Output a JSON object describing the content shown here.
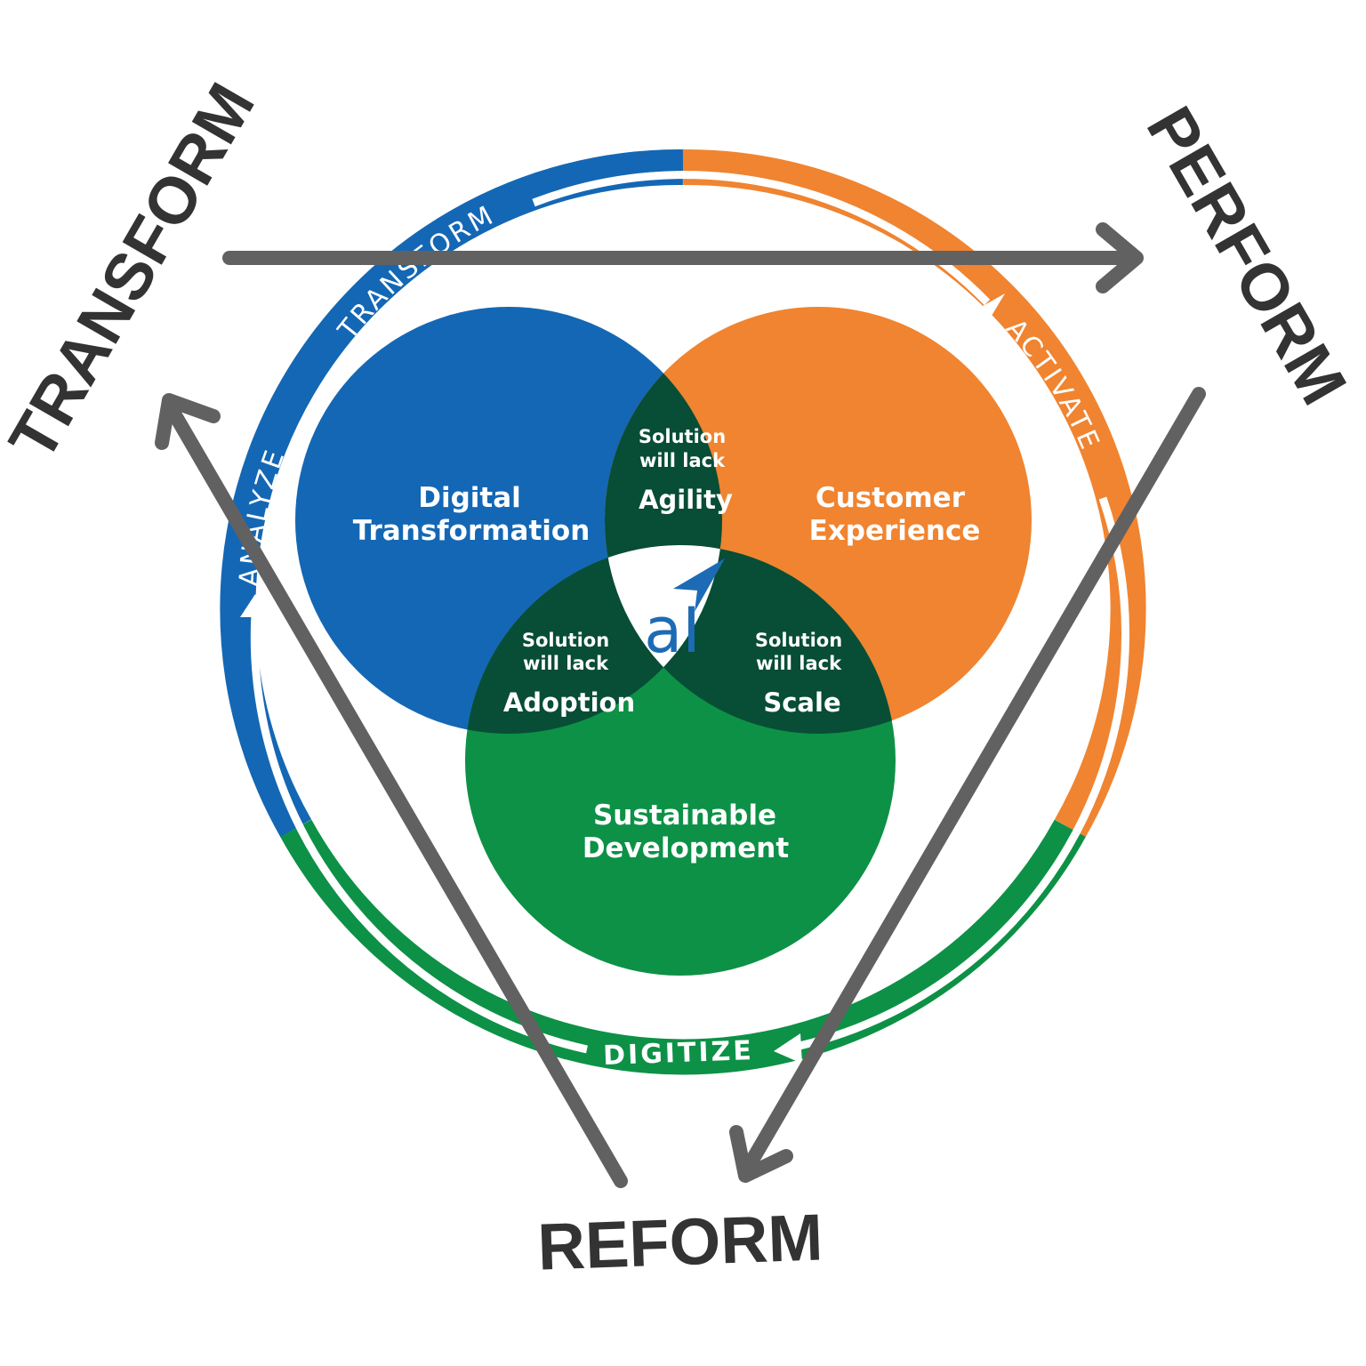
{
  "colors": {
    "blue": "#1467b4",
    "orange": "#f08430",
    "green": "#0d9146",
    "dark_green": "#084d36",
    "gray": "#616161",
    "text_dark": "#333333"
  },
  "outer_labels": {
    "transform": "TRANSFORM",
    "perform": "PERFORM",
    "reform": "REFORM"
  },
  "ring_labels": {
    "transform": "TRANSFORM",
    "activate": "ACTIVATE",
    "digitize": "DIGITIZE",
    "analyze": "ANALYZE"
  },
  "circles": {
    "digital": [
      "Digital",
      "Transformation"
    ],
    "customer": [
      "Customer",
      "Experience"
    ],
    "sustainable": [
      "Sustainable",
      "Development"
    ]
  },
  "lenses": {
    "agility": {
      "line1": "Solution",
      "line2": "will lack",
      "label": "Agility"
    },
    "adoption": {
      "line1": "Solution",
      "line2": "will lack",
      "label": "Adoption"
    },
    "scale": {
      "line1": "Solution",
      "line2": "will lack",
      "label": "Scale"
    }
  },
  "logo": {
    "text": "aI"
  }
}
